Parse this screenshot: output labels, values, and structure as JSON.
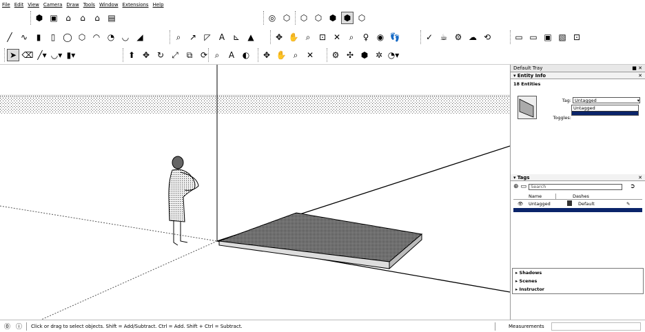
{
  "menu": [
    "File",
    "Edit",
    "View",
    "Camera",
    "Draw",
    "Tools",
    "Window",
    "Extensions",
    "Help"
  ],
  "tray": {
    "title": "Default Tray",
    "entity_info": {
      "header": "Entity Info",
      "count": "18 Entities",
      "tag_label": "Tag:",
      "tag_value": "Untagged",
      "toggles_label": "Toggles:",
      "dropdown_option": "Untagged"
    },
    "tags": {
      "header": "Tags",
      "search_placeholder": "Search",
      "col_name": "Name",
      "col_dashes": "Dashes",
      "rows": [
        {
          "name": "Untagged",
          "dashes": "Default"
        }
      ]
    },
    "collapsed_panels": [
      "Shadows",
      "Scenes",
      "Instructor"
    ]
  },
  "status": {
    "hint": "Click or drag to select objects. Shift = Add/Subtract. Ctrl = Add. Shift + Ctrl = Subtract.",
    "measurements_label": "Measurements"
  },
  "colors": {
    "selection": "#0a246a",
    "background": "#ffffff"
  }
}
